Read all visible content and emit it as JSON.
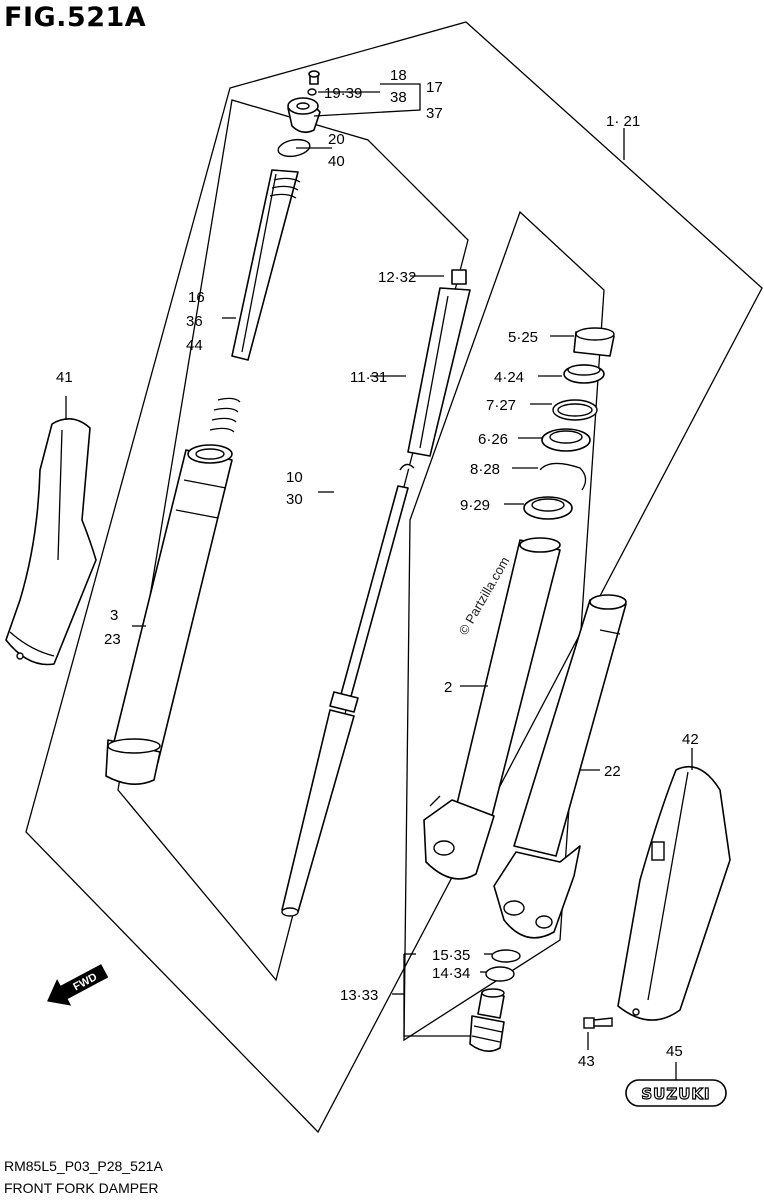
{
  "figure": {
    "title": "FIG.521A",
    "code": "RM85L5_P03_P28_521A",
    "description": "FRONT FORK DAMPER",
    "watermark": "© Partzilla.com",
    "fwd_label": "FWD",
    "brand_label": "SUZUKI"
  },
  "callouts": {
    "c18": "18",
    "c19_39": "19·39",
    "c38": "38",
    "c17": "17",
    "c37": "37",
    "c1_21": "1· 21",
    "c20": "20",
    "c40": "40",
    "c16": "16",
    "c36": "36",
    "c44": "44",
    "c41": "41",
    "c12_32": "12·32",
    "c11_31": "11·31",
    "c10": "10",
    "c30": "30",
    "c3": "3",
    "c23": "23",
    "c5_25": "5·25",
    "c4_24": "4·24",
    "c7_27": "7·27",
    "c6_26": "6·26",
    "c8_28": "8·28",
    "c9_29": "9·29",
    "c2": "2",
    "c22": "22",
    "c42": "42",
    "c15_35": "15·35",
    "c14_34": "14·34",
    "c13_33": "13·33",
    "c43": "43",
    "c45": "45"
  }
}
